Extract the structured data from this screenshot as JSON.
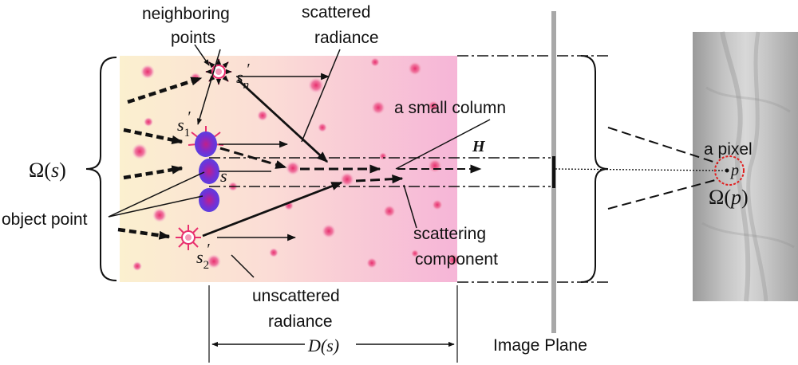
{
  "labels": {
    "neighboring_points": [
      "neighboring",
      "points"
    ],
    "scattered_radiance": [
      "scattered",
      "radiance"
    ],
    "a_small_column": "a small column",
    "H": "H",
    "a_pixel": "a pixel",
    "omega_p_prefix": "Ω(",
    "p_var": "p",
    "omega_close": ")",
    "omega_s_prefix": "Ω(",
    "s_var": "s",
    "object_point": "object point",
    "scattering_component": [
      "scattering",
      "component"
    ],
    "unscattered_radiance": [
      "unscattered",
      "radiance"
    ],
    "d_of_s": "D(s)",
    "image_plane": "Image Plane",
    "s_n_prime": {
      "base": "s",
      "sub": "n",
      "prime": "′"
    },
    "s_1_prime": {
      "base": "s",
      "sub": "1",
      "prime": "′"
    },
    "s_2_prime": {
      "base": "s",
      "sub": "2",
      "prime": "′"
    },
    "s_point": "s",
    "p_point": "p"
  },
  "colors": {
    "medium_left": "#fbf0cf",
    "medium_right": "#f6b5d7",
    "particle": "#e8306e",
    "object_blob": "#5a3fe0",
    "light_star": "#e8306e",
    "image_plane": "#a8a8a8",
    "pixel_circle": "#e02020"
  }
}
